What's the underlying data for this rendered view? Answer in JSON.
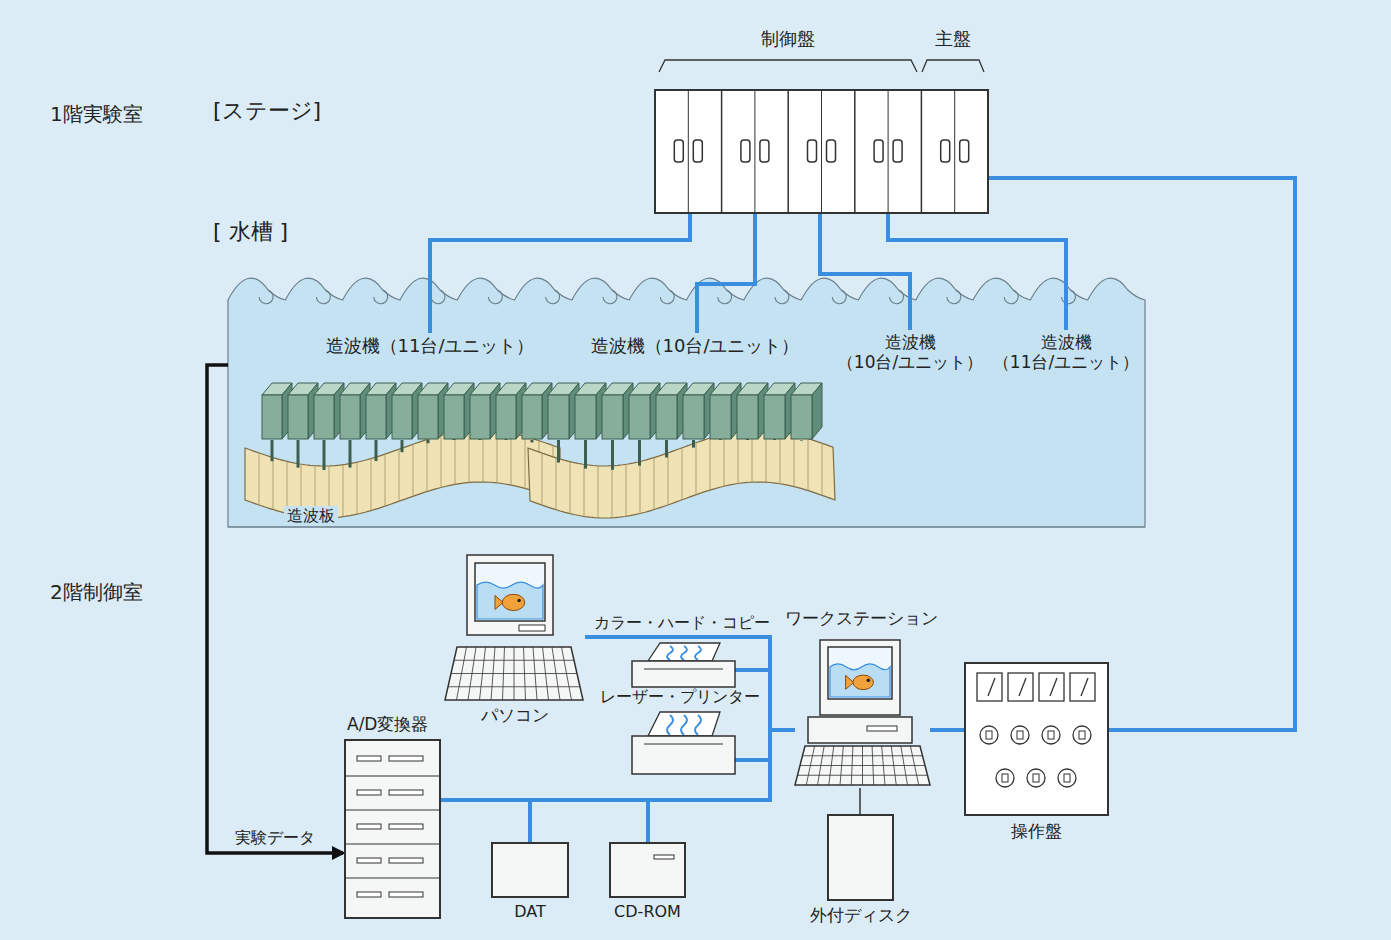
{
  "diagram": {
    "nodes": [
      {
        "text": [
          "制御盤",
          "主盤"
        ]
      },
      {
        "text": [
          "[ 水槽 ]"
        ]
      },
      {
        "text": [
          "造波機（11台/ユニット）"
        ],
        "in": 1
      },
      {
        "text": [
          "造波機（10台/ユニット）"
        ],
        "in": 1
      },
      {
        "text": [
          "造波機 （10台/ユニット）"
        ],
        "in": 1
      },
      {
        "text": [
          "造波機 （11台/ユニット）"
        ],
        "in": 1
      },
      {
        "text": [
          "パソコン"
        ]
      },
      {
        "text": [
          "カラー・ハード・コピー"
        ]
      },
      {
        "text": [
          "レーザー・プリンター"
        ]
      },
      {
        "text": [
          "ワークステーション"
        ]
      },
      {
        "text": [
          "操作盤"
        ]
      },
      {
        "text": [
          "A/D変換器"
        ]
      },
      {
        "text": [
          "DAT"
        ]
      },
      {
        "text": [
          "CD-ROM"
        ]
      },
      {
        "text": [
          "外付ディスク"
        ]
      }
    ],
    "edges": [
      {
        "from": 0,
        "to": 2,
        "arrow": "none"
      },
      {
        "from": 0,
        "to": 3,
        "arrow": "none"
      },
      {
        "from": 0,
        "to": 4,
        "arrow": "none"
      },
      {
        "from": 0,
        "to": 5,
        "arrow": "none"
      },
      {
        "from": 0,
        "to": 10,
        "arrow": "none"
      },
      {
        "from": 9,
        "to": 10,
        "arrow": "none"
      },
      {
        "from": 6,
        "to": 9,
        "arrow": "none"
      },
      {
        "from": 7,
        "to": 9,
        "arrow": "none"
      },
      {
        "from": 8,
        "to": 9,
        "arrow": "none"
      },
      {
        "from": 11,
        "to": 9,
        "arrow": "none"
      },
      {
        "from": 12,
        "to": 9,
        "arrow": "none"
      },
      {
        "from": 13,
        "to": 9,
        "arrow": "none"
      },
      {
        "from": 14,
        "to": 9,
        "arrow": "none"
      },
      {
        "from": 1,
        "to": 11,
        "label": "実験データ",
        "arrow": "to"
      }
    ],
    "labels": [
      "1階実験室",
      "[ステージ]",
      "2階制御室",
      "造波板"
    ]
  }
}
